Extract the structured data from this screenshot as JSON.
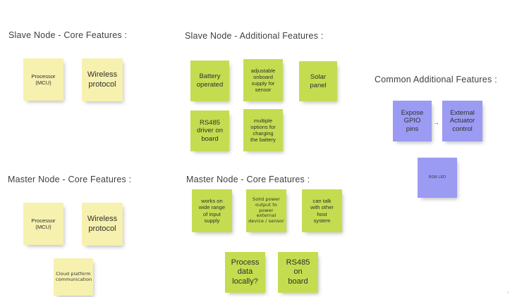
{
  "canvas": {
    "background": "#ffffff",
    "colors": {
      "note_yellow": "#f6f1ae",
      "note_green": "#c4dd50",
      "note_purple": "#9b9bf4",
      "title_text": "#3f3f3f",
      "note_text": "#2f2f2f"
    }
  },
  "sections": [
    {
      "id": "slave-core",
      "title": "Slave Node - Core Features :"
    },
    {
      "id": "slave-add",
      "title": "Slave Node - Additional Features :"
    },
    {
      "id": "common-add",
      "title": "Common Additional Features :"
    },
    {
      "id": "master-core-left",
      "title": "Master Node - Core Features :"
    },
    {
      "id": "master-core-right",
      "title": "Master Node - Core Features :"
    }
  ],
  "notes": [
    {
      "id": "n01",
      "section": "slave-core",
      "color": "yellow",
      "text": "Processor\n(MCU)"
    },
    {
      "id": "n02",
      "section": "slave-core",
      "color": "yellow",
      "text": "Wireless\nprotocol"
    },
    {
      "id": "n03",
      "section": "slave-add",
      "color": "green",
      "text": "Battery\noperated"
    },
    {
      "id": "n04",
      "section": "slave-add",
      "color": "green",
      "text": "adjustable\nonboard\nsupply for\nsensor"
    },
    {
      "id": "n05",
      "section": "slave-add",
      "color": "green",
      "text": "Solar\npanel"
    },
    {
      "id": "n06",
      "section": "slave-add",
      "color": "green",
      "text": "RS485\ndriver on\nboard"
    },
    {
      "id": "n07",
      "section": "slave-add",
      "color": "green",
      "text": "multiple\noptions for\ncharging\nthe battery"
    },
    {
      "id": "n08",
      "section": "common-add",
      "color": "purple",
      "text": "Expose\nGPIO\npins"
    },
    {
      "id": "n09",
      "section": "common-add",
      "color": "purple",
      "text": "External\nActuator\ncontrol"
    },
    {
      "id": "n10",
      "section": "common-add",
      "color": "purple",
      "text": "RGB LED"
    },
    {
      "id": "n11",
      "section": "master-core-left",
      "color": "yellow",
      "text": "Processor\n(MCU)"
    },
    {
      "id": "n12",
      "section": "master-core-left",
      "color": "yellow",
      "text": "Wireless\nprotocol"
    },
    {
      "id": "n13",
      "section": "master-core-left",
      "color": "yellow",
      "text": "Cloud platform\ncommunication"
    },
    {
      "id": "n14",
      "section": "master-core-right",
      "color": "green",
      "text": "works on\nwide range\nof input\nsupply"
    },
    {
      "id": "n15",
      "section": "master-core-right",
      "color": "green",
      "text": "Solid power\noutput to\npower\nexternal\ndevice / sensor"
    },
    {
      "id": "n16",
      "section": "master-core-right",
      "color": "green",
      "text": "can talk\nwith other\nhost\nsystem"
    },
    {
      "id": "n17",
      "section": "master-core-right",
      "color": "green",
      "text": "Process\ndata\nlocally?"
    },
    {
      "id": "n18",
      "section": "master-core-right",
      "color": "green",
      "text": "RS485\non\nboard"
    }
  ],
  "connectors": [
    {
      "id": "c01",
      "from": "n08",
      "to": "n09",
      "glyph": "→"
    }
  ]
}
